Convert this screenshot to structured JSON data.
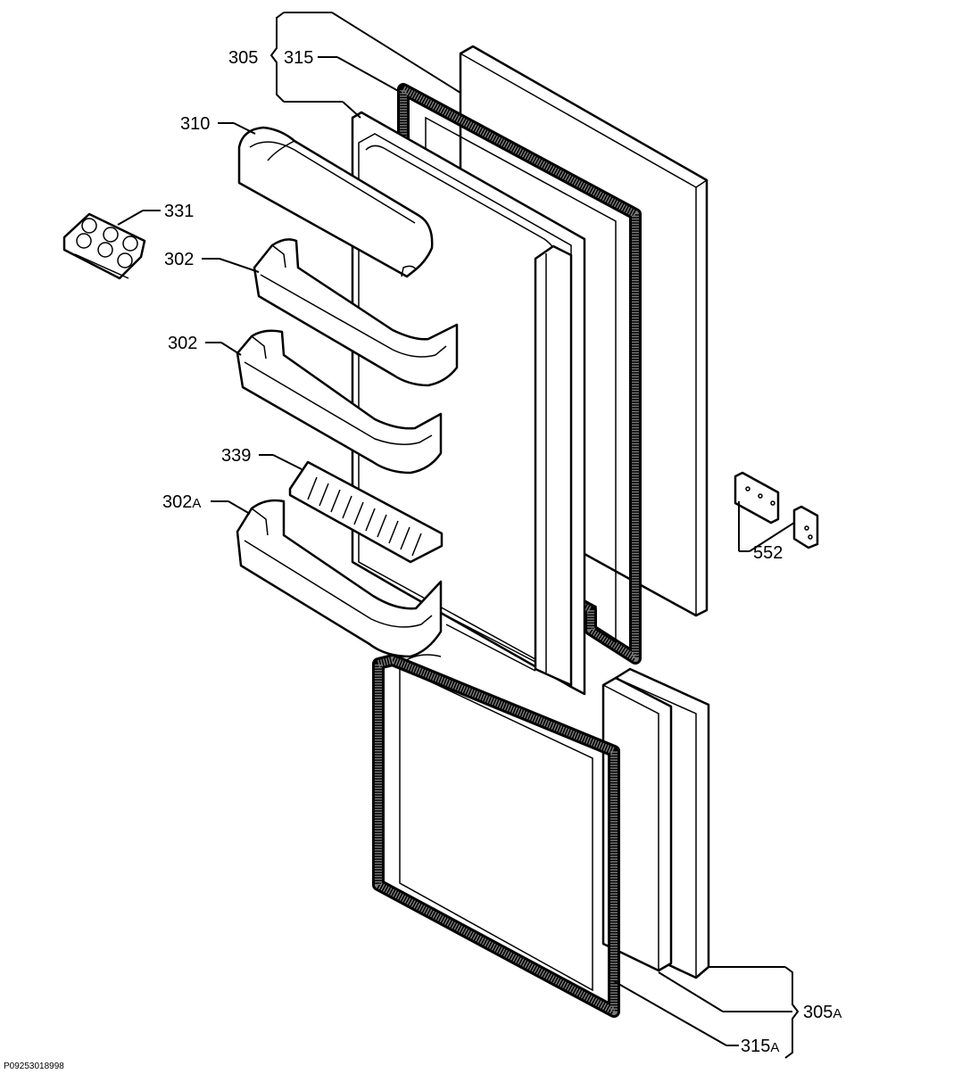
{
  "labels": {
    "p305": "305",
    "p315": "315",
    "p310": "310",
    "p331": "331",
    "p302_top": "302",
    "p302_mid": "302",
    "p339": "339",
    "p302a_num": "302",
    "p302a_suf": "A",
    "p552": "552",
    "p305a_num": "305",
    "p305a_suf": "A",
    "p315a_num": "315",
    "p315a_suf": "A"
  },
  "footer": {
    "drawing_code": "P09253018998"
  }
}
